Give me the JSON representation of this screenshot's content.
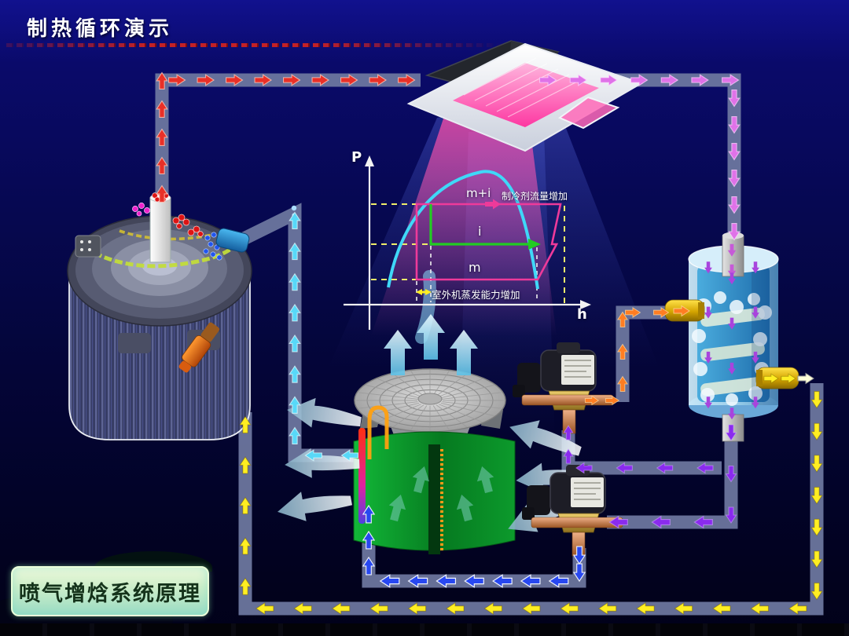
{
  "slide": {
    "title": "制热循环演示",
    "footer_button_label": "喷气增焓系统原理"
  },
  "chart_data": {
    "type": "line",
    "title": "P-h schematic of vapor-injection heat-pump cycle (no numeric ticks shown)",
    "xlabel": "h",
    "ylabel": "P",
    "grid": false,
    "legend": false,
    "axis_ranges": "unlabeled schematic axes",
    "annotations": [
      {
        "text": "m+i",
        "position": "above condensing line"
      },
      {
        "text": "制冷剂流量增加",
        "position": "top right note"
      },
      {
        "text": "i",
        "position": "above green injection line"
      },
      {
        "text": "m",
        "position": "above evaporating line"
      },
      {
        "text": "室外机蒸发能力增加",
        "position": "below cycle, next to yellow double arrow"
      }
    ],
    "series": [
      {
        "name": "saturation-dome",
        "color": "#3fd8f8",
        "points_rel": [
          [
            0.19,
            0.05
          ],
          [
            0.3,
            0.35
          ],
          [
            0.42,
            0.72
          ],
          [
            0.59,
            0.8
          ],
          [
            0.7,
            0.52
          ],
          [
            0.74,
            0.05
          ]
        ]
      },
      {
        "name": "cycle-outline",
        "color": "#ee3a9a",
        "points_rel": [
          [
            0.3,
            0.58
          ],
          [
            0.89,
            0.57
          ],
          [
            0.85,
            0.35
          ],
          [
            0.87,
            0.35
          ],
          [
            0.79,
            0.14
          ],
          [
            0.3,
            0.15
          ],
          [
            0.3,
            0.58
          ]
        ]
      },
      {
        "name": "injection-line",
        "color": "#22cc22",
        "points_rel": [
          [
            0.36,
            0.58
          ],
          [
            0.36,
            0.35
          ],
          [
            0.79,
            0.35
          ]
        ]
      }
    ],
    "pressure_levels_rel": [
      0.58,
      0.35,
      0.15
    ]
  },
  "flow_colors": {
    "compressor_discharge_hot_gas": "#e83028",
    "condenser_outlet": "#df72e8",
    "mid_pressure_liquid": "#8a2bee",
    "expanded_injection_flow": "#ff7d22",
    "injection_vapor_line": "#ffee22",
    "expanded_to_outdoor_coil": "#2848f0",
    "suction_gas": "#58d8f8"
  },
  "components": [
    {
      "name": "indoor-cassette-unit"
    },
    {
      "name": "scroll-compressor"
    },
    {
      "name": "economizer-flash-tank"
    },
    {
      "name": "outdoor-fan-coil-unit"
    },
    {
      "name": "expansion-valve-upper"
    },
    {
      "name": "expansion-valve-lower"
    }
  ]
}
